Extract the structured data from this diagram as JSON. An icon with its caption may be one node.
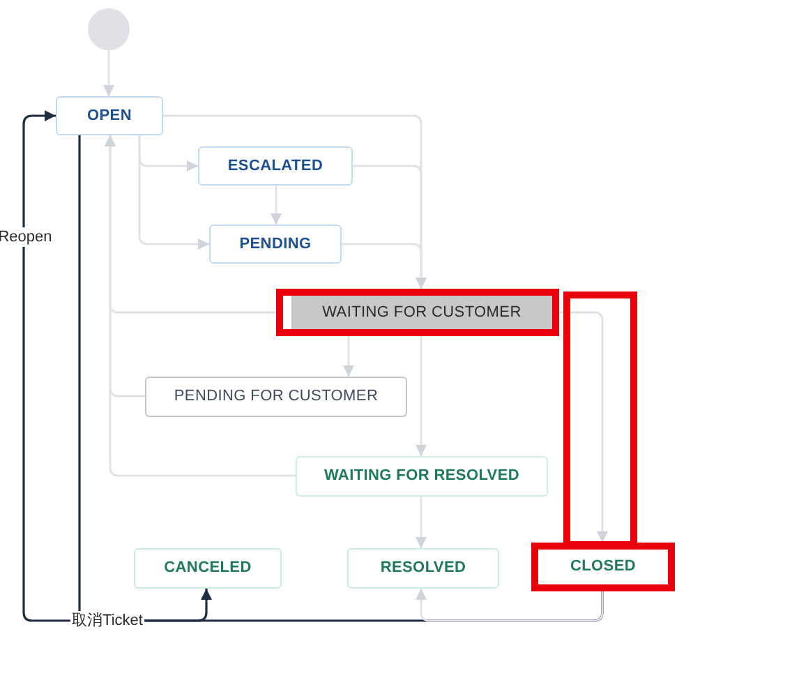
{
  "diagram": {
    "nodes": [
      {
        "text": [],
        "shape": "circle"
      },
      {
        "text": [
          "OPEN"
        ]
      },
      {
        "text": [
          "ESCALATED"
        ]
      },
      {
        "text": [
          "PENDING"
        ]
      },
      {
        "text": [
          "WAITING FOR CUSTOMER"
        ]
      },
      {
        "text": [
          "PENDING FOR CUSTOMER"
        ]
      },
      {
        "text": [
          "WAITING FOR RESOLVED"
        ]
      },
      {
        "text": [
          "CANCELED"
        ]
      },
      {
        "text": [
          "RESOLVED"
        ]
      },
      {
        "text": [
          "CLOSED"
        ]
      }
    ],
    "edges": [
      {
        "from": 0,
        "to": 1,
        "arrow": "to"
      },
      {
        "from": 1,
        "to": 2,
        "arrow": "to"
      },
      {
        "from": 1,
        "to": 3,
        "arrow": "to"
      },
      {
        "from": 2,
        "to": 3,
        "arrow": "to"
      },
      {
        "from": 1,
        "to": 4,
        "arrow": "to"
      },
      {
        "from": 2,
        "to": 4,
        "arrow": "to"
      },
      {
        "from": 3,
        "to": 4,
        "arrow": "to"
      },
      {
        "from": 4,
        "to": 1,
        "arrow": "to"
      },
      {
        "from": 5,
        "to": 1,
        "arrow": "to"
      },
      {
        "from": 6,
        "to": 1,
        "arrow": "to"
      },
      {
        "from": 4,
        "to": 5,
        "arrow": "to"
      },
      {
        "from": 4,
        "to": 6,
        "arrow": "to"
      },
      {
        "from": 6,
        "to": 8,
        "arrow": "to"
      },
      {
        "from": 4,
        "to": 9,
        "arrow": "to"
      },
      {
        "from": 9,
        "to": 8,
        "arrow": "to"
      },
      {
        "from": 9,
        "to": 1,
        "arrow": "to",
        "label": "Reopen",
        "color": "#1f2d45"
      },
      {
        "from": 1,
        "to": 7,
        "arrow": "to",
        "label": "取消Ticket",
        "color": "#1f2d45"
      }
    ]
  }
}
